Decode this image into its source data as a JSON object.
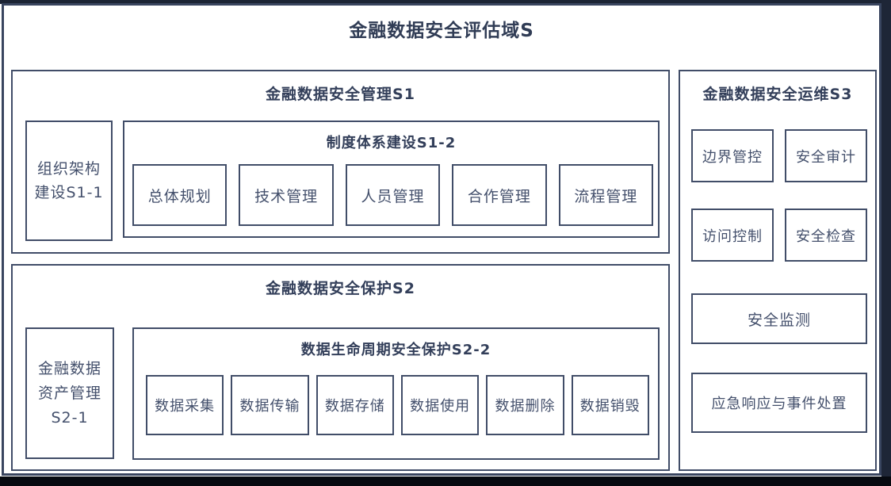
{
  "diagram": {
    "title": "金融数据安全评估域S",
    "s1": {
      "title": "金融数据安全管理S1",
      "left_box": {
        "line1": "组织架构",
        "line2": "建设S1-1"
      },
      "sub": {
        "title": "制度体系建设S1-2",
        "items": [
          "总体规划",
          "技术管理",
          "人员管理",
          "合作管理",
          "流程管理"
        ]
      }
    },
    "s2": {
      "title": "金融数据安全保护S2",
      "left_box": {
        "line1": "金融数据",
        "line2": "资产管理",
        "line3": "S2-1"
      },
      "sub": {
        "title": "数据生命周期安全保护S2-2",
        "items": [
          "数据采集",
          "数据传输",
          "数据存储",
          "数据使用",
          "数据删除",
          "数据销毁"
        ]
      }
    },
    "s3": {
      "title": "金融数据安全运维S3",
      "grid_items": [
        "边界管控",
        "安全审计",
        "访问控制",
        "安全检查"
      ],
      "wide_items": [
        "安全监测",
        "应急响应与事件处置"
      ]
    },
    "colors": {
      "border": "#414d68",
      "text": "#44506c",
      "title_text": "#303c55"
    }
  }
}
